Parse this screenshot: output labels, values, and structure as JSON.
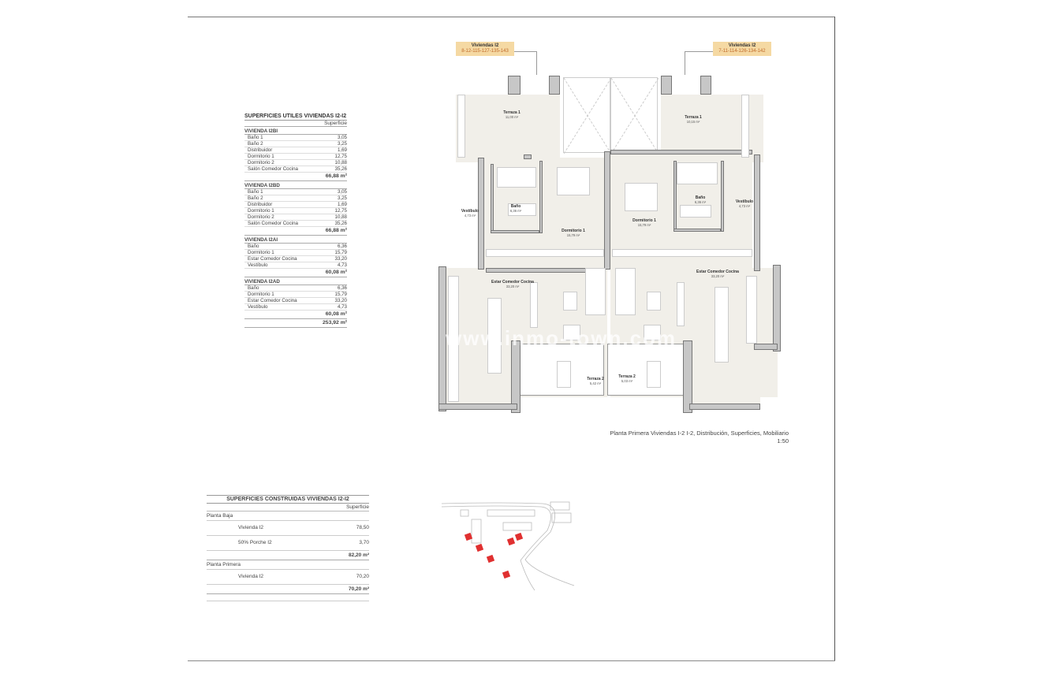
{
  "useful_areas": {
    "title": "SUPERFICIES UTILES VIVIENDAS I2-I2",
    "header": "Superficie",
    "groups": [
      {
        "name": "VIVIENDA I2BI",
        "rows": [
          [
            "Baño 1",
            "3,05"
          ],
          [
            "Baño 2",
            "3,25"
          ],
          [
            "Distribuidor",
            "1,69"
          ],
          [
            "Dormitorio 1",
            "12,75"
          ],
          [
            "Dormitorio 2",
            "10,88"
          ],
          [
            "Salón Comedor Cocina",
            "35,26"
          ]
        ],
        "total": "66,88 m²"
      },
      {
        "name": "VIVIENDA I2BD",
        "rows": [
          [
            "Baño 1",
            "3,05"
          ],
          [
            "Baño 2",
            "3,25"
          ],
          [
            "Distribuidor",
            "1,69"
          ],
          [
            "Dormitorio 1",
            "12,75"
          ],
          [
            "Dormitorio 2",
            "10,88"
          ],
          [
            "Salón Comedor Cocina",
            "35,26"
          ]
        ],
        "total": "66,88 m²"
      },
      {
        "name": "VIVIENDA I2AI",
        "rows": [
          [
            "Baño",
            "6,36"
          ],
          [
            "Dormitorio 1",
            "15,79"
          ],
          [
            "Estar Comedor Cocina",
            "33,20"
          ],
          [
            "Vestíbulo",
            "4,73"
          ]
        ],
        "total": "60,08 m²"
      },
      {
        "name": "VIVIENDA I2AD",
        "rows": [
          [
            "Baño",
            "6,36"
          ],
          [
            "Dormitorio 1",
            "15,79"
          ],
          [
            "Estar Comedor Cocina",
            "33,20"
          ],
          [
            "Vestíbulo",
            "4,73"
          ]
        ],
        "total": "60,08 m²"
      }
    ],
    "grand_total": "253,92 m²"
  },
  "built_areas": {
    "title": "SUPERFICIES CONSTRUIDAS VIVIENDAS I2-I2",
    "header": "Superficie",
    "sections": [
      {
        "name": "Planta Baja",
        "rows": [
          [
            "Vivienda I2",
            "78,50"
          ],
          [
            "50% Porche I2",
            "3,70"
          ]
        ],
        "total": "82,20 m²"
      },
      {
        "name": "Planta Primera",
        "rows": [
          [
            "Vivienda I2",
            "70,20"
          ]
        ],
        "total": "70,20 m²"
      }
    ]
  },
  "tags": [
    {
      "title": "Viviendas I2",
      "numbers": "8-12-115-127-135-143"
    },
    {
      "title": "Viviendas I2",
      "numbers": "7-11-114-126-134-142"
    }
  ],
  "rooms": {
    "terraza1_left": {
      "name": "Terraza 1",
      "area": "11,00 m²"
    },
    "terraza1_right": {
      "name": "Terraza 1",
      "area": "10,15 m²"
    },
    "vestibulo_left": {
      "name": "Vestíbulo",
      "area": "4,73 m²"
    },
    "bano_left": {
      "name": "Baño",
      "area": "6,36 m²"
    },
    "dormitorio_left": {
      "name": "Dormitorio 1",
      "area": "15,79 m²"
    },
    "dormitorio_right": {
      "name": "Dormitorio 1",
      "area": "15,79 m²"
    },
    "bano_right": {
      "name": "Baño",
      "area": "6,36 m²"
    },
    "vestibulo_right": {
      "name": "Vestíbulo",
      "area": "4,73 m²"
    },
    "estar_left": {
      "name": "Estar Comedor Cocina",
      "area": "33,20 m²"
    },
    "estar_right": {
      "name": "Estar Comedor Cocina",
      "area": "33,20 m²"
    },
    "terraza2_left": {
      "name": "Terraza 2",
      "area": "5,42 m²"
    },
    "terraza2_right": {
      "name": "Terraza 2",
      "area": "5,03 m²"
    }
  },
  "caption": {
    "line1": "Planta Primera Viviendas I-2 I-2, Distribución, Superficies, Mobiliario",
    "line2": "1:50"
  },
  "watermark": "www.inmo-town.com",
  "colors": {
    "tag_bg": "#f5d9a3",
    "tag_numbers": "#c06a2a",
    "highlight": "#e03030"
  }
}
